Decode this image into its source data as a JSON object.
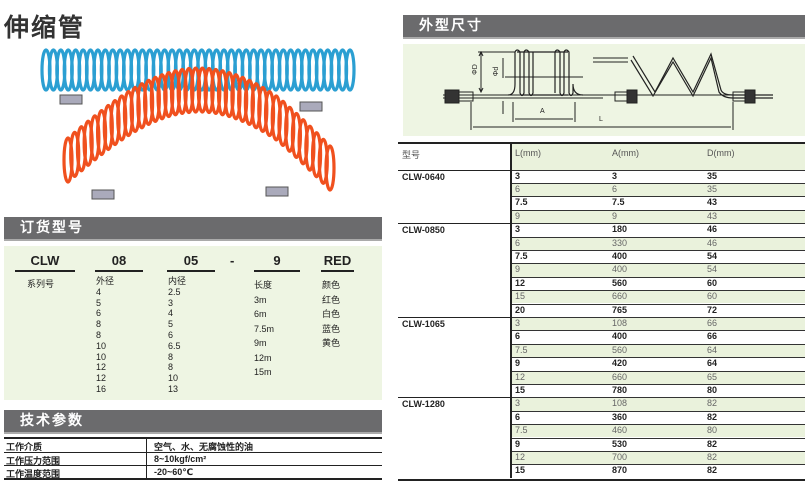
{
  "title": "伸缩管",
  "colors": {
    "header_bg": "#6b6b6d",
    "panel_bg": "#eef5e3",
    "hose_blue": "#2b9fd2",
    "hose_orange": "#f0501e"
  },
  "order": {
    "header": "订货型号",
    "codes": [
      "CLW",
      "08",
      "05",
      "-",
      "9",
      "RED"
    ],
    "series_label": "系列号",
    "od": {
      "label": "外径",
      "values": [
        "4",
        "5",
        "6",
        "8",
        "8",
        "10",
        "10",
        "12",
        "12",
        "16"
      ]
    },
    "id": {
      "label": "内径",
      "values": [
        "2.5",
        "3",
        "4",
        "5",
        "6",
        "6.5",
        "8",
        "8",
        "10",
        "13"
      ]
    },
    "length": {
      "label": "长度",
      "values": [
        "3m",
        "6m",
        "7.5m",
        "9m",
        "12m",
        "15m"
      ]
    },
    "color": {
      "label": "颜色",
      "values": [
        "红色",
        "白色",
        "蓝色",
        "黄色"
      ]
    }
  },
  "tech": {
    "header": "技术参数",
    "rows": [
      [
        "工作介质",
        "空气、水、无腐蚀性的油"
      ],
      [
        "工作压力范围",
        "8~10kgf/cm²"
      ],
      [
        "工作温度范围",
        "-20~60℃"
      ]
    ]
  },
  "dims": {
    "header": "外型尺寸",
    "diagram_labels": {
      "od": "ΦD",
      "id": "Φd",
      "a": "A",
      "l": "L"
    },
    "columns": [
      "型号",
      "L(mm)",
      "A(mm)",
      "D(mm)"
    ],
    "groups": [
      {
        "model": "CLW-0640",
        "rows": [
          [
            "3",
            "3",
            "35"
          ],
          [
            "6",
            "6",
            "35"
          ],
          [
            "7.5",
            "7.5",
            "43"
          ],
          [
            "9",
            "9",
            "43"
          ]
        ]
      },
      {
        "model": "CLW-0850",
        "rows": [
          [
            "3",
            "180",
            "46"
          ],
          [
            "6",
            "330",
            "46"
          ],
          [
            "7.5",
            "400",
            "54"
          ],
          [
            "9",
            "400",
            "54"
          ],
          [
            "12",
            "560",
            "60"
          ],
          [
            "15",
            "660",
            "60"
          ],
          [
            "20",
            "765",
            "72"
          ]
        ]
      },
      {
        "model": "CLW-1065",
        "rows": [
          [
            "3",
            "108",
            "66"
          ],
          [
            "6",
            "400",
            "66"
          ],
          [
            "7.5",
            "560",
            "64"
          ],
          [
            "9",
            "420",
            "64"
          ],
          [
            "12",
            "660",
            "65"
          ],
          [
            "15",
            "780",
            "80"
          ]
        ]
      },
      {
        "model": "CLW-1280",
        "rows": [
          [
            "3",
            "108",
            "82"
          ],
          [
            "6",
            "360",
            "82"
          ],
          [
            "7.5",
            "460",
            "80"
          ],
          [
            "9",
            "530",
            "82"
          ],
          [
            "12",
            "700",
            "82"
          ],
          [
            "15",
            "870",
            "82"
          ]
        ]
      }
    ]
  }
}
